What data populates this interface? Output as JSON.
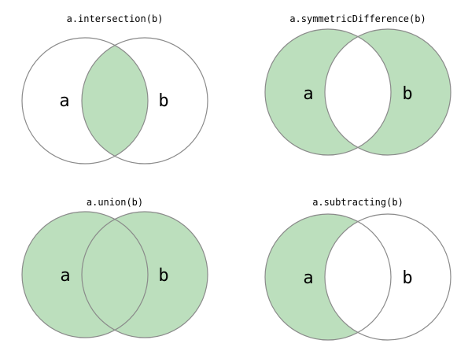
{
  "colors": {
    "highlight": "#bcdfbd",
    "outline": "#8a8a8a",
    "background": "#ffffff"
  },
  "panels": [
    {
      "id": "intersection",
      "title": "a.intersection(b)",
      "operation": "intersection",
      "label_a": "a",
      "label_b": "b"
    },
    {
      "id": "symmetric-difference",
      "title": "a.symmetricDifference(b)",
      "operation": "symmetric-difference",
      "label_a": "a",
      "label_b": "b"
    },
    {
      "id": "union",
      "title": "a.union(b)",
      "operation": "union",
      "label_a": "a",
      "label_b": "b"
    },
    {
      "id": "subtracting",
      "title": "a.subtracting(b)",
      "operation": "subtracting",
      "label_a": "a",
      "label_b": "b"
    }
  ]
}
